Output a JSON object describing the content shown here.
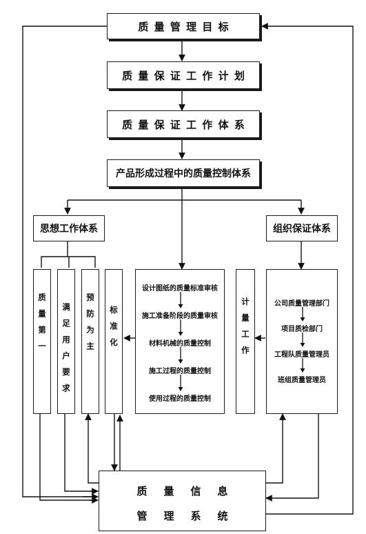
{
  "nodes": {
    "goal": "质量管理目标",
    "plan": "质量保证工作计划",
    "system": "质量保证工作体系",
    "control_system": "产品形成过程中的质量控制体系",
    "ideology": "思想工作体系",
    "organization": "组织保证体系"
  },
  "ideology_items": {
    "quality_first": "质量第一",
    "meet_user": "满足用户要求",
    "prevention": "预防为主",
    "standardization": "标准化"
  },
  "control_steps": [
    "设计图纸的质量标准审核",
    "施工准备阶段的质量审核",
    "材料机械的质量控制",
    "施工过程的质量控制",
    "使用过程的质量控制"
  ],
  "measurement": "计量工作",
  "org_levels": [
    "公司质量管理部门",
    "项目质检部门",
    "工程队质量管理员",
    "班组质量管理员"
  ],
  "info_system": {
    "line1": "质量信息",
    "line2": "管理系统"
  }
}
